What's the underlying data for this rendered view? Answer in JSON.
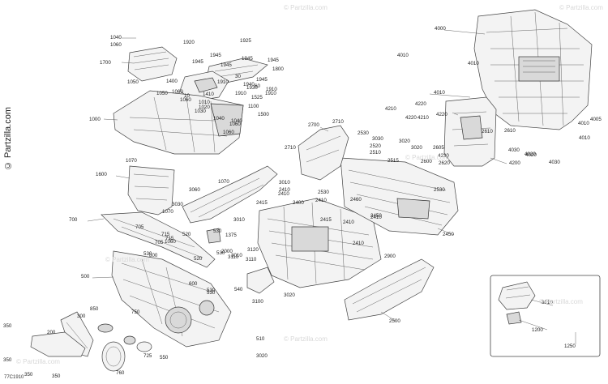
{
  "watermark": {
    "side": "© Partzilla.com",
    "faint": [
      "© Partzilla.com",
      "© Partzilla.com",
      "© Partzilla.com",
      "© Partzilla.com",
      "© Partzilla.com",
      "© Partzilla.com",
      "© Partzilla.com"
    ]
  },
  "diagram_code": "77C1910",
  "callouts": [
    "1040",
    "1060",
    "1700",
    "1920",
    "1925",
    "1945",
    "1945",
    "1945",
    "1945",
    "1945",
    "1800",
    "1945",
    "1910",
    "1940",
    "1910",
    "1910",
    "1525",
    "1500",
    "1100",
    "1050",
    "1400",
    "1410",
    "1010",
    "1020",
    "1030",
    "1040",
    "1060",
    "1040",
    "1060",
    "1000",
    "1050",
    "1060",
    "1060",
    "1070",
    "1600",
    "1070",
    "3030",
    "3060",
    "3010",
    "2410",
    "2410",
    "2415",
    "3010",
    "1070",
    "700",
    "705",
    "715",
    "715",
    "520",
    "530",
    "705",
    "1060",
    "530",
    "530",
    "520",
    "800",
    "530",
    "600",
    "540",
    "530",
    "3010",
    "3120",
    "3110",
    "3110",
    "3100",
    "3020",
    "510",
    "3020",
    "500",
    "850",
    "300",
    "750",
    "760",
    "725",
    "550",
    "200",
    "350",
    "350",
    "350",
    "350",
    "4000",
    "4010",
    "4010",
    "4010",
    "4210",
    "4220",
    "4220",
    "4210",
    "4220",
    "4220",
    "4200",
    "4030",
    "4020",
    "4010",
    "4010",
    "4005",
    "2610",
    "2610",
    "4020",
    "4030",
    "2700",
    "2710",
    "2710",
    "2530",
    "2520",
    "2510",
    "2515",
    "3030",
    "3020",
    "3020",
    "2605",
    "2600",
    "2620",
    "2530",
    "2530",
    "2410",
    "2460",
    "2410",
    "2450",
    "2410",
    "2400",
    "2415",
    "2410",
    "2450",
    "2500",
    "2900",
    "3010",
    "1200",
    "1250",
    "1375",
    "2000",
    "30",
    "60",
    "1930",
    "1910",
    "10",
    "20",
    "10",
    "1040"
  ]
}
